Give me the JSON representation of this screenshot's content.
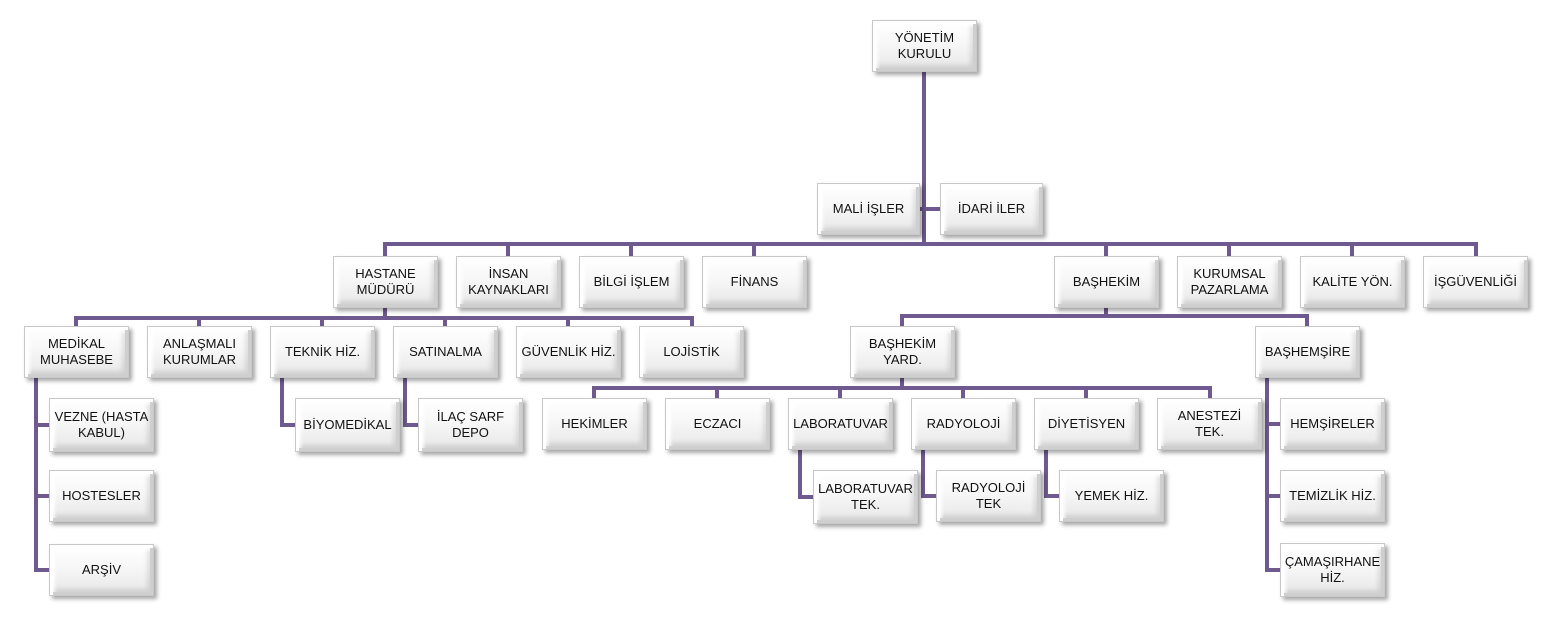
{
  "line_color": "#6e5a8e",
  "box_fill": "#f4f4f4",
  "nodes": {
    "yonetim": "YÖNETİM\nKURULU",
    "mali": "MALİ İŞLER",
    "idari": "İDARİ İLER",
    "hastane": "HASTANE\nMÜDÜRÜ",
    "insan": "İNSAN\nKAYNAKLARI",
    "bilgi": "BİLGİ İŞLEM",
    "finans": "FİNANS",
    "bashekim": "BAŞHEKİM",
    "kurumsal": "KURUMSAL\nPAZARLAMA",
    "kalite": "KALİTE YÖN.",
    "isguv": "İŞGÜVENLİĞİ",
    "medikal": "MEDİKAL\nMUHASEBE",
    "anlasmali": "ANLAŞMALI\nKURUMLAR",
    "teknik": "TEKNİK HİZ.",
    "satinalma": "SATINALMA",
    "guvenlik": "GÜVENLİK HİZ.",
    "lojistik": "LOJİSTİK",
    "vezne": "VEZNE (HASTA\nKABUL)",
    "hostesler": "HOSTESLER",
    "arsiv": "ARŞİV",
    "biyomedikal": "BİYOMEDİKAL",
    "ilac": "İLAÇ SARF\nDEPO",
    "bashekimyard": "BAŞHEKİM\nYARD.",
    "bashemsire": "BAŞHEMŞİRE",
    "hekimler": "HEKİMLER",
    "eczaci": "ECZACI",
    "laboratuvar": "LABORATUVAR",
    "radyoloji": "RADYOLOJİ",
    "diyetisyen": "DİYETİSYEN",
    "anestezi": "ANESTEZİ TEK.",
    "labtek": "LABORATUVAR\nTEK.",
    "radyotek": "RADYOLOJİ TEK",
    "yemek": "YEMEK HİZ.",
    "hemsireler": "HEMŞİRELER",
    "temizlik": "TEMİZLİK HİZ.",
    "camasir": "ÇAMAŞIRHANE\nHİZ."
  }
}
